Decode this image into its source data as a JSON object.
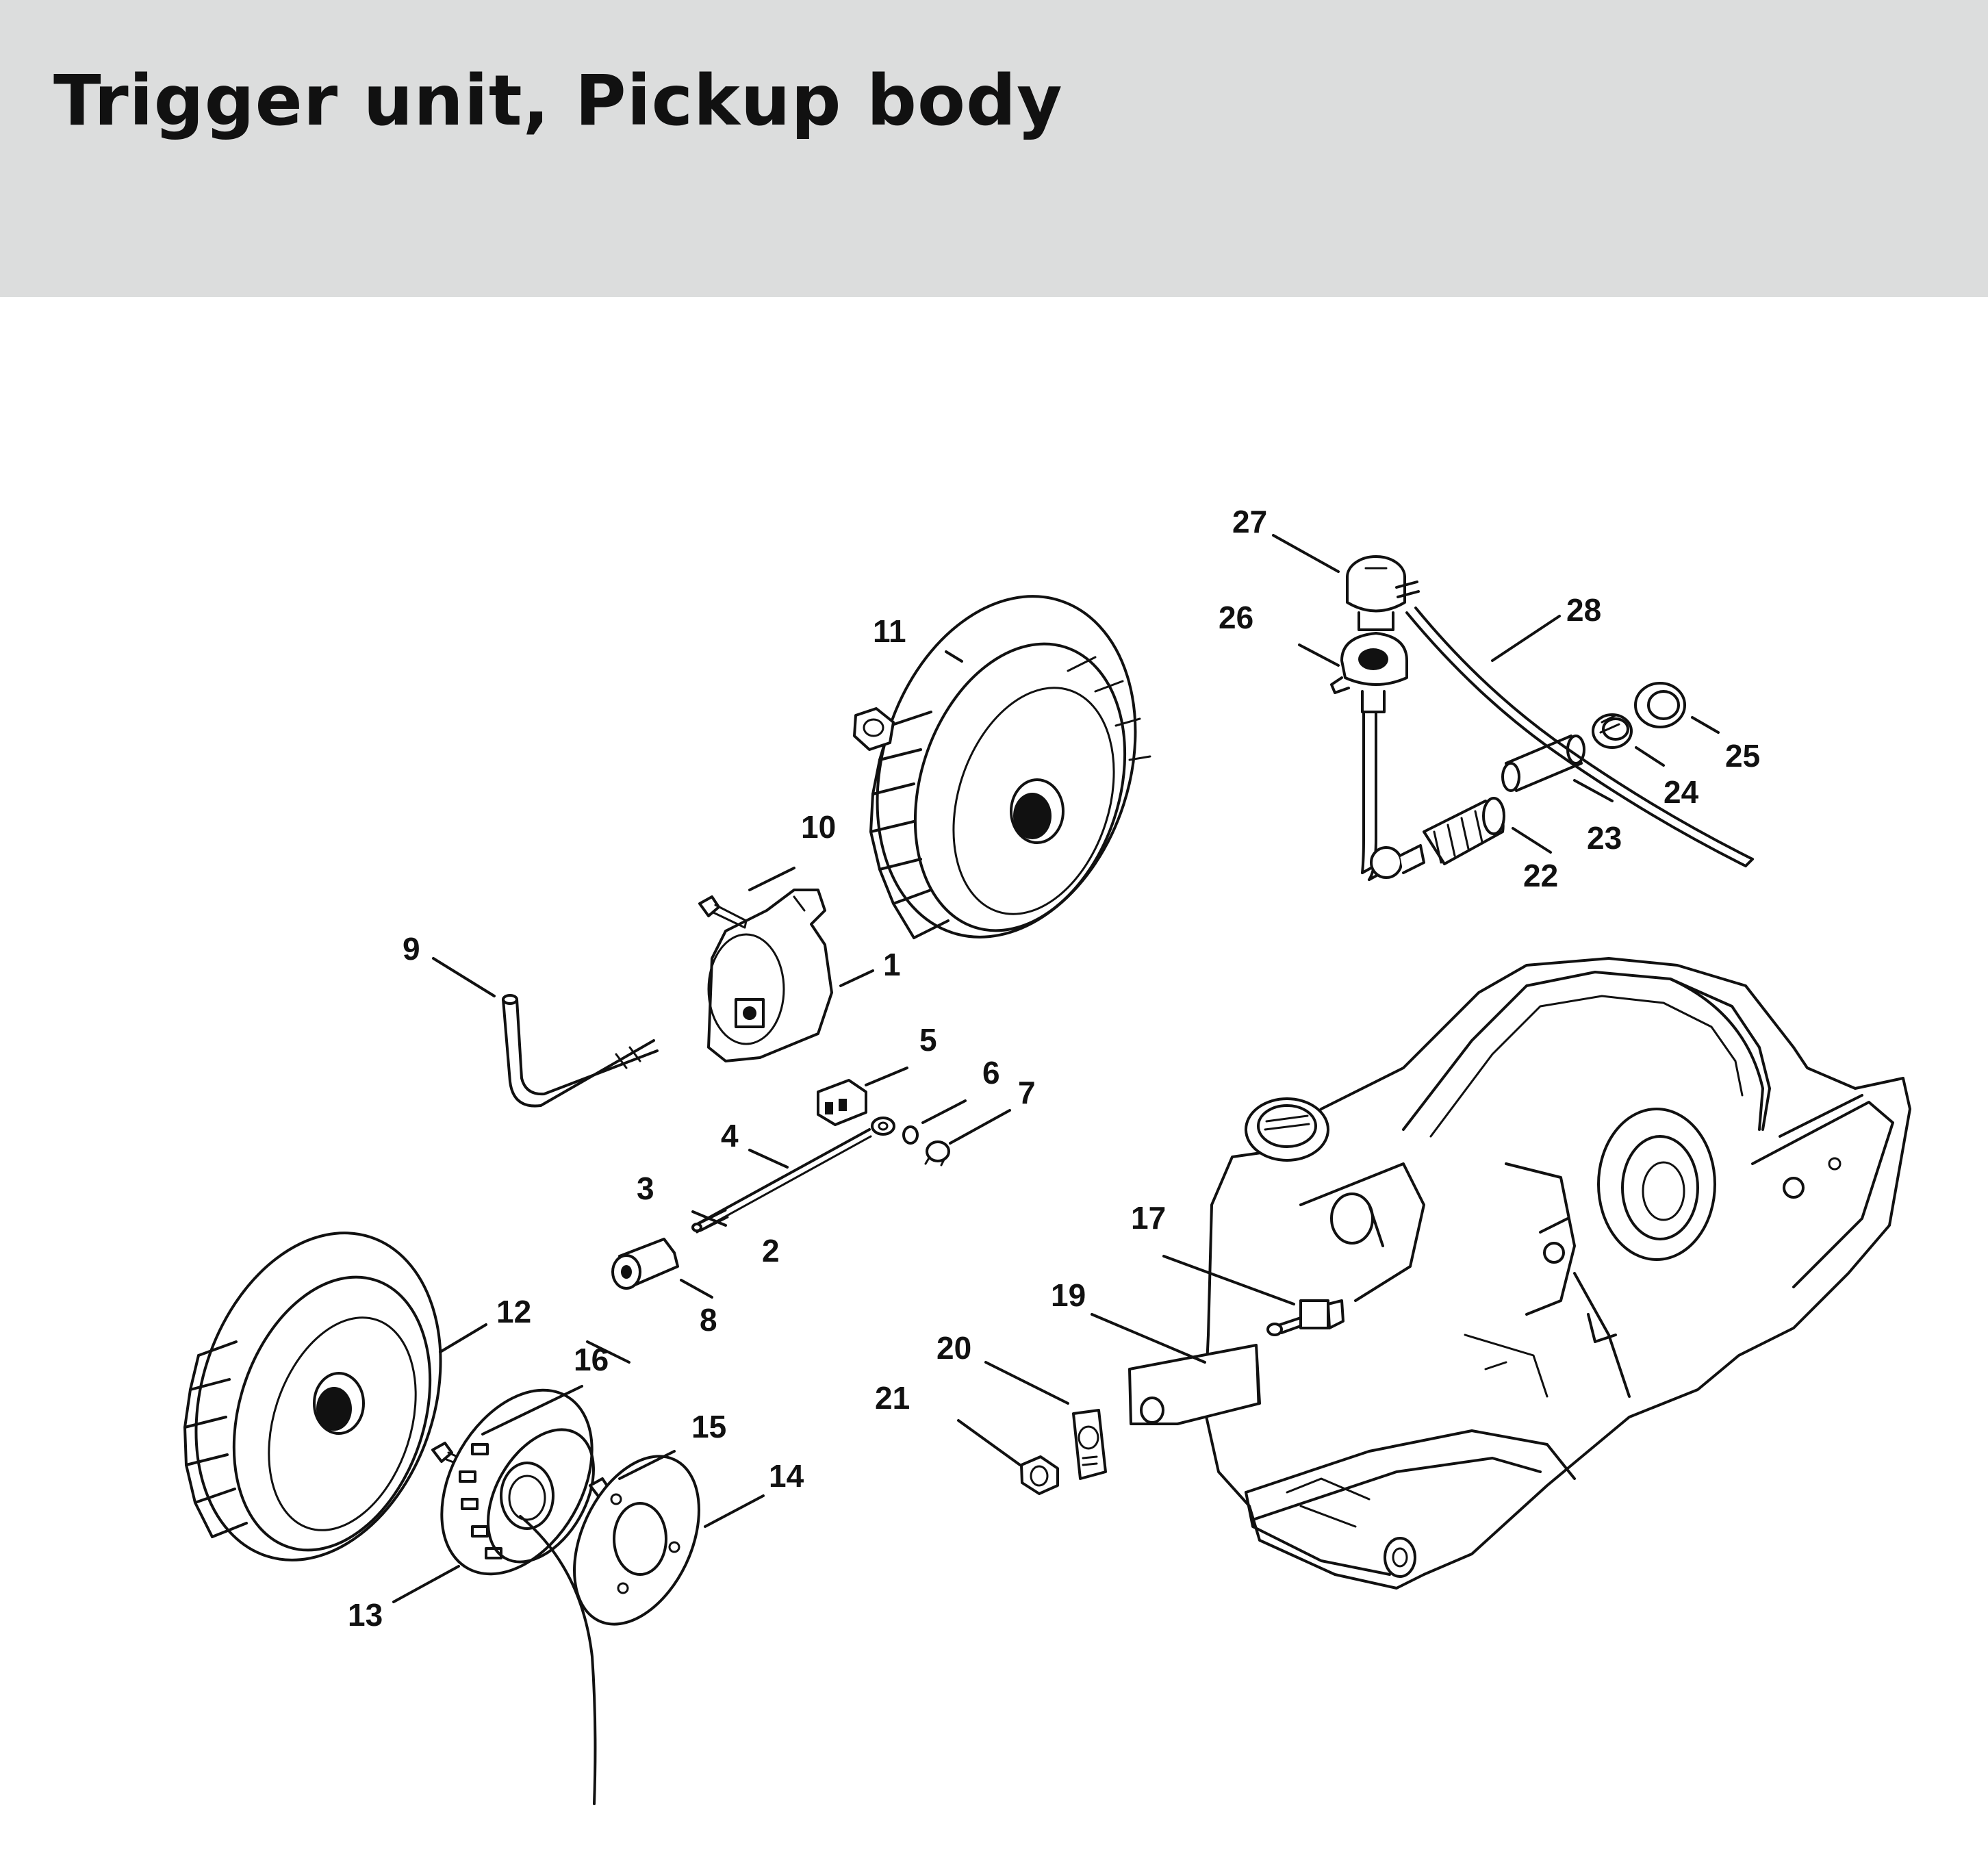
{
  "header": {
    "title": "Trigger unit, Pickup body"
  },
  "callouts": [
    "1",
    "2",
    "3",
    "4",
    "5",
    "6",
    "7",
    "8",
    "9",
    "10",
    "11",
    "12",
    "13",
    "14",
    "15",
    "16",
    "17",
    "19",
    "20",
    "21",
    "22",
    "23",
    "24",
    "25",
    "26",
    "27",
    "28"
  ],
  "colors": {
    "header_bg": "#dcdddd",
    "ink": "#111111",
    "page_bg": "#ffffff"
  }
}
